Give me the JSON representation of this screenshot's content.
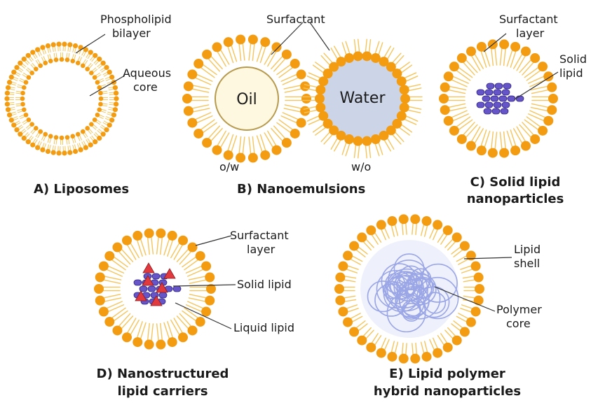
{
  "colors": {
    "head": "#f39c12",
    "tail": "#f6c45b",
    "oil_fill": "#fdf8df",
    "oil_stroke": "#b79a4d",
    "water_fill": "#ccd5e8",
    "solid_lipid": "#6655c8",
    "solid_lipid_stroke": "#2e2480",
    "liquid_lipid": "#e03a3e",
    "polymer": "#9aa6e6",
    "leader": "#333333"
  },
  "panel_a": {
    "caption": "A) Liposomes",
    "label_bilayer": [
      "Phospholipid",
      "bilayer"
    ],
    "label_core": [
      "Aqueous",
      "core"
    ]
  },
  "panel_b": {
    "caption": "B) Nanoemulsions",
    "label_surfactant": "Surfactant",
    "oil_text": "Oil",
    "water_text": "Water",
    "ow_text": "o/w",
    "wo_text": "w/o"
  },
  "panel_c": {
    "caption": [
      "C) Solid lipid",
      "nanoparticles"
    ],
    "label_surfactant": [
      "Surfactant",
      "layer"
    ],
    "label_solid": [
      "Solid",
      "lipid"
    ]
  },
  "panel_d": {
    "caption": [
      "D) Nanostructured",
      "lipid carriers"
    ],
    "label_surfactant": [
      "Surfactant",
      "layer"
    ],
    "label_solid": "Solid lipid",
    "label_liquid": "Liquid lipid"
  },
  "panel_e": {
    "caption": [
      "E) Lipid polymer",
      "hybrid nanoparticles"
    ],
    "label_shell": [
      "Lipid",
      "shell"
    ],
    "label_core": [
      "Polymer",
      "core"
    ]
  }
}
